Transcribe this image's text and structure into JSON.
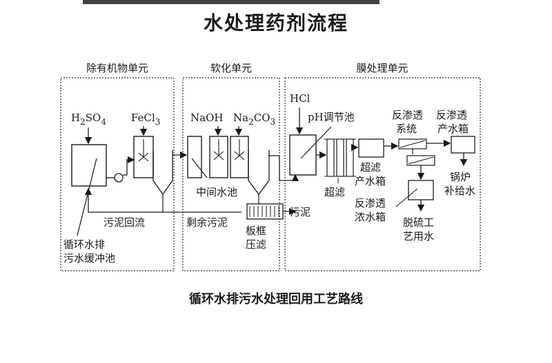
{
  "title": "水处理药剂流程",
  "caption": "循环水排污水处理回用工艺路线",
  "units": {
    "organic": "除有机物单元",
    "softening": "软化单元",
    "membrane": "膜处理单元"
  },
  "chemicals": {
    "h2so4": {
      "main": "H",
      "sub1": "2",
      "mid": "SO",
      "sub2": "4"
    },
    "fecl3": {
      "main": "FeCl",
      "sub": "3"
    },
    "naoh": "NaOH",
    "na2co3": {
      "main": "Na",
      "sub1": "2",
      "mid": "CO",
      "sub2": "3"
    },
    "hcl": "HCl"
  },
  "labels": {
    "buffer_pool_1": "循环水排",
    "buffer_pool_2": "污水缓冲池",
    "sludge_return": "污泥回流",
    "middle_pool": "中间水池",
    "excess_sludge": "剩余污泥",
    "filter_press_1": "板框",
    "filter_press_2": "压滤",
    "sludge": "污泥",
    "ph_pool": "pH调节池",
    "ultrafilter": "超滤",
    "uf_tank_1": "超滤",
    "uf_tank_2": "产水箱",
    "ro_system_1": "反渗透",
    "ro_system_2": "系统",
    "ro_product_1": "反渗透",
    "ro_product_2": "产水箱",
    "ro_conc_1": "反渗透",
    "ro_conc_2": "浓水箱",
    "boiler_1": "锅炉",
    "boiler_2": "补给水",
    "desulf_1": "脱硫工",
    "desulf_2": "艺用水"
  }
}
